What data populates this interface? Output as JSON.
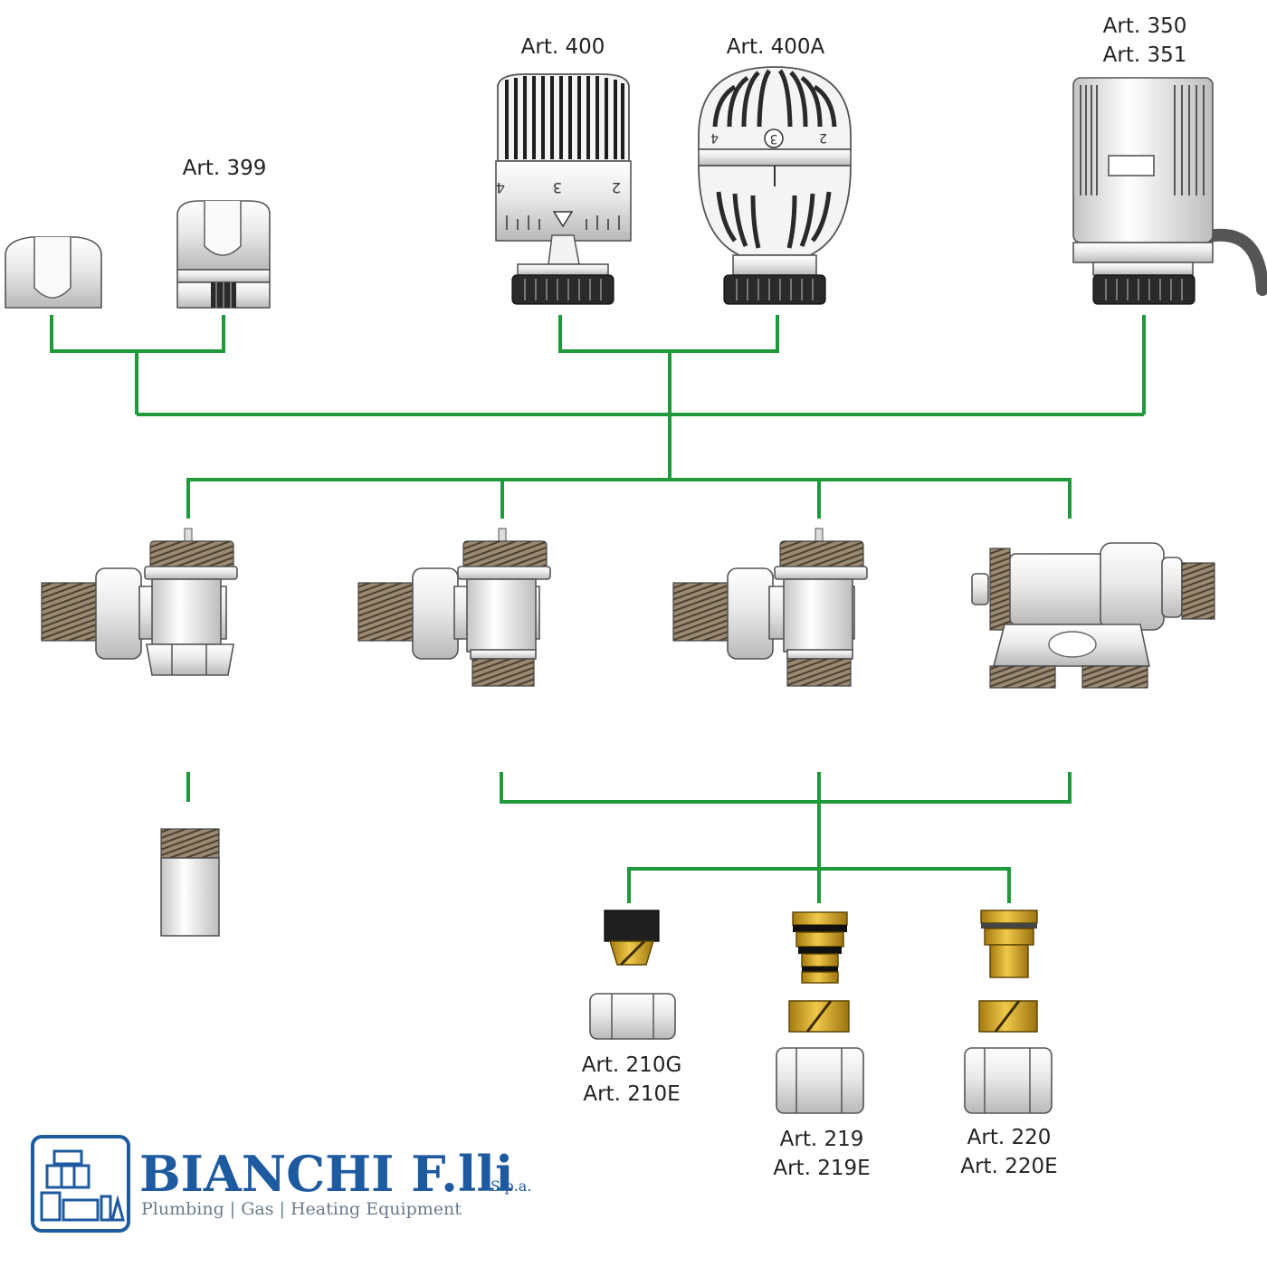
{
  "colors": {
    "connector": "#1f9a3a",
    "brand": "#1e5aa0",
    "tagline": "#6a7a8c",
    "brass": "#c99a1e",
    "metal": "#e6e6e6"
  },
  "products": {
    "cap_plain": {
      "label": ""
    },
    "art_399": {
      "label": "Art. 399"
    },
    "art_400": {
      "label": "Art. 400",
      "dial": [
        "4",
        "3",
        "2"
      ]
    },
    "art_400a": {
      "label": "Art. 400A",
      "dial": [
        "4",
        "3",
        "2"
      ]
    },
    "art_350_351": {
      "label_line1": "Art. 350",
      "label_line2": "Art. 351"
    },
    "valve_angle_1": {
      "label": ""
    },
    "valve_angle_2": {
      "label": ""
    },
    "valve_angle_3": {
      "label": ""
    },
    "valve_straight_dual": {
      "label": ""
    },
    "nipple": {
      "label": ""
    },
    "art_210": {
      "label_line1": "Art. 210G",
      "label_line2": "Art. 210E"
    },
    "art_219": {
      "label_line1": "Art. 219",
      "label_line2": "Art. 219E"
    },
    "art_220": {
      "label_line1": "Art. 220",
      "label_line2": "Art. 220E"
    }
  },
  "brand": {
    "name": "BIANCHI F.lli",
    "suffix": "S.p.a.",
    "tagline": "Plumbing | Gas | Heating Equipment",
    "logo_icon": "valve-building-logo-icon"
  }
}
